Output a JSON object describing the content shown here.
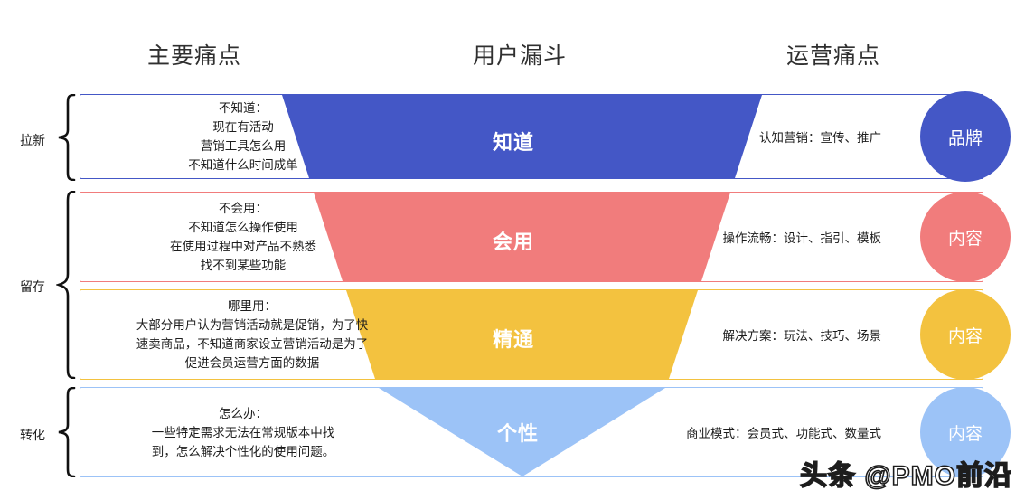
{
  "headers": {
    "pain_points": "主要痛点",
    "user_funnel": "用户漏斗",
    "ops_points": "运营痛点"
  },
  "stages": [
    {
      "label": "拉新"
    },
    {
      "label": "留存"
    },
    {
      "label": "转化"
    }
  ],
  "rows": [
    {
      "id": "know",
      "color": "#4457c6",
      "border_color": "#4457c6",
      "funnel_label": "知道",
      "circle_label": "品牌",
      "pain_lines": [
        "不知道：",
        "现在有活动",
        "营销工具怎么用",
        "不知道什么时间成单"
      ],
      "ops_text": "认知营销：宣传、推广"
    },
    {
      "id": "can-use",
      "color": "#f17c7c",
      "border_color": "#f17c7c",
      "funnel_label": "会用",
      "circle_label": "内容",
      "pain_lines": [
        "不会用：",
        "不知道怎么操作使用",
        "在使用过程中对产品不熟悉",
        "找不到某些功能"
      ],
      "ops_text": "操作流畅：设计、指引、模板"
    },
    {
      "id": "master",
      "color": "#f3c23f",
      "border_color": "#f3c23f",
      "funnel_label": "精通",
      "circle_label": "内容",
      "pain_lines": [
        "哪里用：",
        "大部分用户认为营销活动就是促销，为了快",
        "速卖商品，不知道商家设立营销活动是为了",
        "促进会员运营方面的数据"
      ],
      "ops_text": "解决方案：玩法、技巧、场景"
    },
    {
      "id": "personalize",
      "color": "#9cc3f7",
      "border_color": "#9cc3f7",
      "funnel_label": "个性",
      "circle_label": "内容",
      "pain_lines": [
        "怎么办：",
        "一些特定需求无法在常规版本中找",
        "到，怎么解决个性化的使用问题。"
      ],
      "ops_text": "商业模式：会员式、功能式、数量式"
    }
  ],
  "watermark": "头条 @PMO前沿"
}
